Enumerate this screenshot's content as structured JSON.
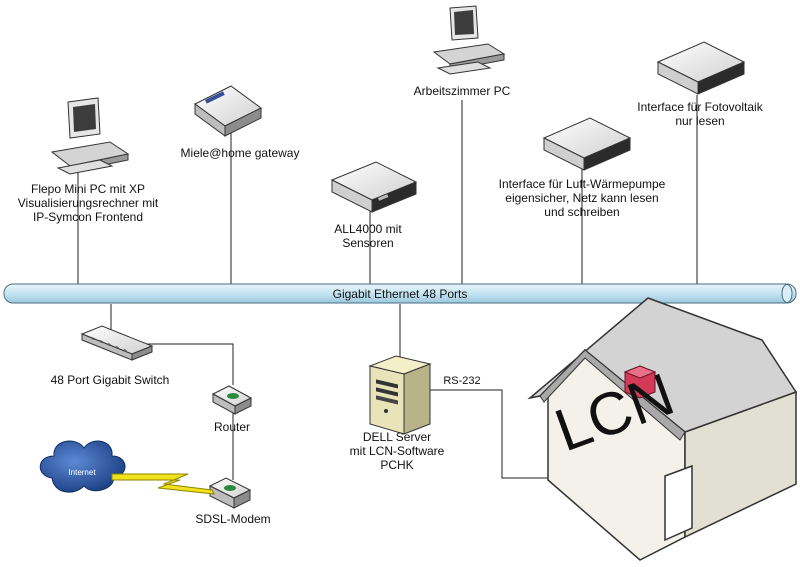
{
  "bus": {
    "label": "Gigabit Ethernet  48 Ports"
  },
  "devices": {
    "flepo_pc": [
      "Flepo Mini PC mit XP",
      "Visualisierungsrechner mit",
      "IP-Symcon Frontend"
    ],
    "miele_gateway": [
      "Miele@home gateway"
    ],
    "all4000": [
      "ALL4000 mit",
      "Sensoren"
    ],
    "arbeitszimmer_pc": [
      "Arbeitszimmer PC"
    ],
    "heatpump_interface": [
      "Interface für Luft-Wärmepumpe",
      "eigensicher, Netz kann lesen",
      "und schreiben"
    ],
    "photovoltaic_interface": [
      "Interface für Fotovoltaik",
      "nur lesen"
    ],
    "switch": [
      "48 Port Gigabit Switch"
    ],
    "router": [
      "Router"
    ],
    "sdsl_modem": [
      "SDSL-Modem"
    ],
    "internet_cloud": [
      "Internet"
    ],
    "dell_server": [
      "DELL Server",
      "mit LCN-Software",
      "PCHK"
    ],
    "lcn_house": [
      "LCN"
    ]
  },
  "links": {
    "rs232": "RS-232"
  },
  "colors": {
    "bus_fill": "#c5e4f2",
    "bus_stroke": "#4a6f82",
    "device_gray": "#d8d8d8",
    "device_dark": "#2b2b2b",
    "cloud_blue": "#1e4fa3",
    "lightning_yellow": "#f1e21d",
    "chimney_red": "#d23a57",
    "house_wall": "#f3f1ea",
    "house_roof": "#c9c9c9"
  }
}
